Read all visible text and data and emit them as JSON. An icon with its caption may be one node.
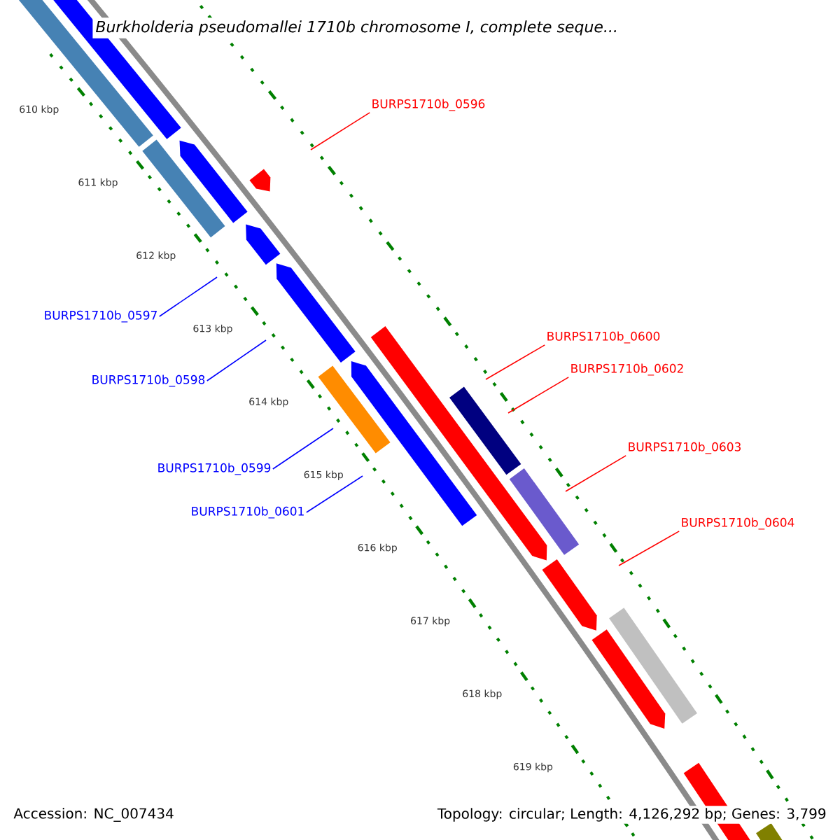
{
  "diagram": {
    "title": "Burkholderia pseudomallei 1710b chromosome I, complete seque...",
    "nodes": [
      {
        "text": [
          "BURPS1710b_0596"
        ]
      },
      {
        "text": [
          "BURPS1710b_0597"
        ]
      },
      {
        "text": [
          "BURPS1710b_0600"
        ]
      },
      {
        "text": [
          "BURPS1710b_0602"
        ]
      },
      {
        "text": [
          "BURPS1710b_0598"
        ]
      },
      {
        "text": [
          "BURPS1710b_0603"
        ]
      },
      {
        "text": [
          "BURPS1710b_0599"
        ]
      },
      {
        "text": [
          "BURPS1710b_0601"
        ]
      },
      {
        "text": [
          "BURPS1710b_0604"
        ]
      }
    ],
    "edges": [
      {
        "from": 0,
        "to": null,
        "arrow": "none"
      },
      {
        "from": 1,
        "to": null,
        "arrow": "none",
        "color": "#0000ff"
      },
      {
        "from": 2,
        "to": null,
        "arrow": "none"
      },
      {
        "from": 3,
        "to": null,
        "arrow": "none"
      },
      {
        "from": 4,
        "to": null,
        "arrow": "none",
        "color": "#0000ff"
      },
      {
        "from": 5,
        "to": null,
        "arrow": "none"
      },
      {
        "from": 6,
        "to": null,
        "arrow": "none",
        "color": "#0000ff"
      },
      {
        "from": 7,
        "to": null,
        "arrow": "none",
        "color": "#0000ff"
      },
      {
        "from": 8,
        "to": null,
        "arrow": "none"
      }
    ],
    "labels": [
      "610 kbp",
      "611 kbp",
      "612 kbp",
      "613 kbp",
      "614 kbp",
      "615 kbp",
      "616 kbp",
      "617 kbp",
      "618 kbp",
      "619 kbp",
      "Accession: NC_007434",
      "Topology: circular; Length: 4,126,292 bp; Genes: 3,799"
    ]
  }
}
